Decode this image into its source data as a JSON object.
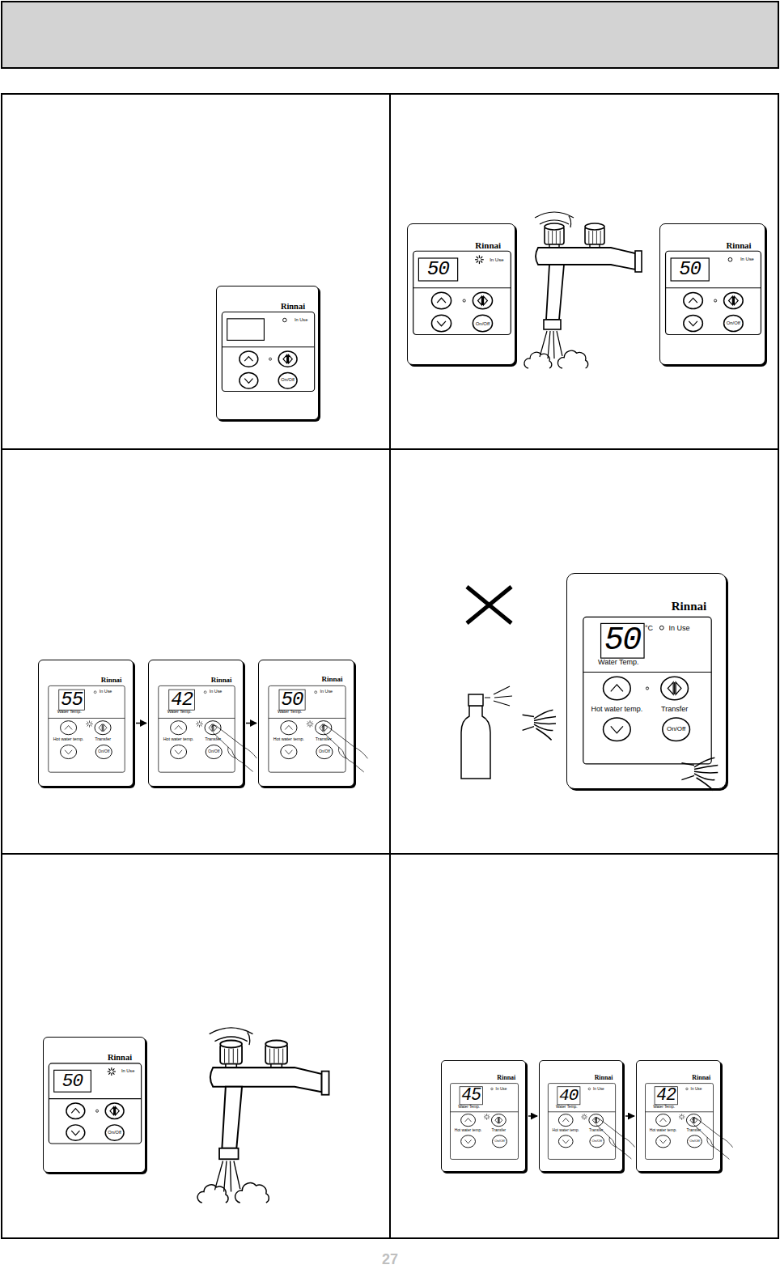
{
  "diagram": {
    "nodes": [
      {
        "text": [
          "Rinnai",
          "In Use",
          "On/Off"
        ]
      },
      {
        "text": [
          "Rinnai",
          "50",
          "In Use",
          "On/Off"
        ]
      },
      {
        "text": [
          "Rinnai",
          "50",
          "In Use",
          "On/Off"
        ]
      },
      {
        "text": [
          "Rinnai",
          "55",
          "In Use",
          "Water Temp.",
          "Hot water temp.",
          "Transfer",
          "On/Off"
        ]
      },
      {
        "text": [
          "Rinnai",
          "42",
          "In Use",
          "Water Temp.",
          "Hot water temp.",
          "Transfer",
          "On/Off"
        ]
      },
      {
        "text": [
          "Rinnai",
          "50",
          "In Use",
          "Water Temp.",
          "Hot water temp.",
          "Transfer",
          "On/Off"
        ]
      },
      {
        "text": [
          "Rinnai",
          "50",
          "°C",
          "In Use",
          "Water Temp.",
          "Hot water temp.",
          "Transfer",
          "On/Off"
        ]
      },
      {
        "text": [
          "Rinnai",
          "50",
          "In Use",
          "On/Off"
        ]
      },
      {
        "text": [
          "Rinnai",
          "45",
          "In Use",
          "Water Temp.",
          "Hot water temp.",
          "Transfer",
          "On/Off"
        ]
      },
      {
        "text": [
          "Rinnai",
          "40",
          "In Use",
          "Water Temp.",
          "Hot water temp.",
          "Transfer",
          "On/Off"
        ]
      },
      {
        "text": [
          "Rinnai",
          "42",
          "In Use",
          "Water Temp.",
          "Hot water temp.",
          "Transfer",
          "On/Off"
        ]
      }
    ],
    "edges": [
      {
        "from": 3,
        "to": 4,
        "arrow": "to"
      },
      {
        "from": 4,
        "to": 5,
        "arrow": "to"
      },
      {
        "from": 8,
        "to": 9,
        "arrow": "to"
      },
      {
        "from": 9,
        "to": 10,
        "arrow": "to"
      }
    ],
    "labels": [
      "27"
    ]
  }
}
